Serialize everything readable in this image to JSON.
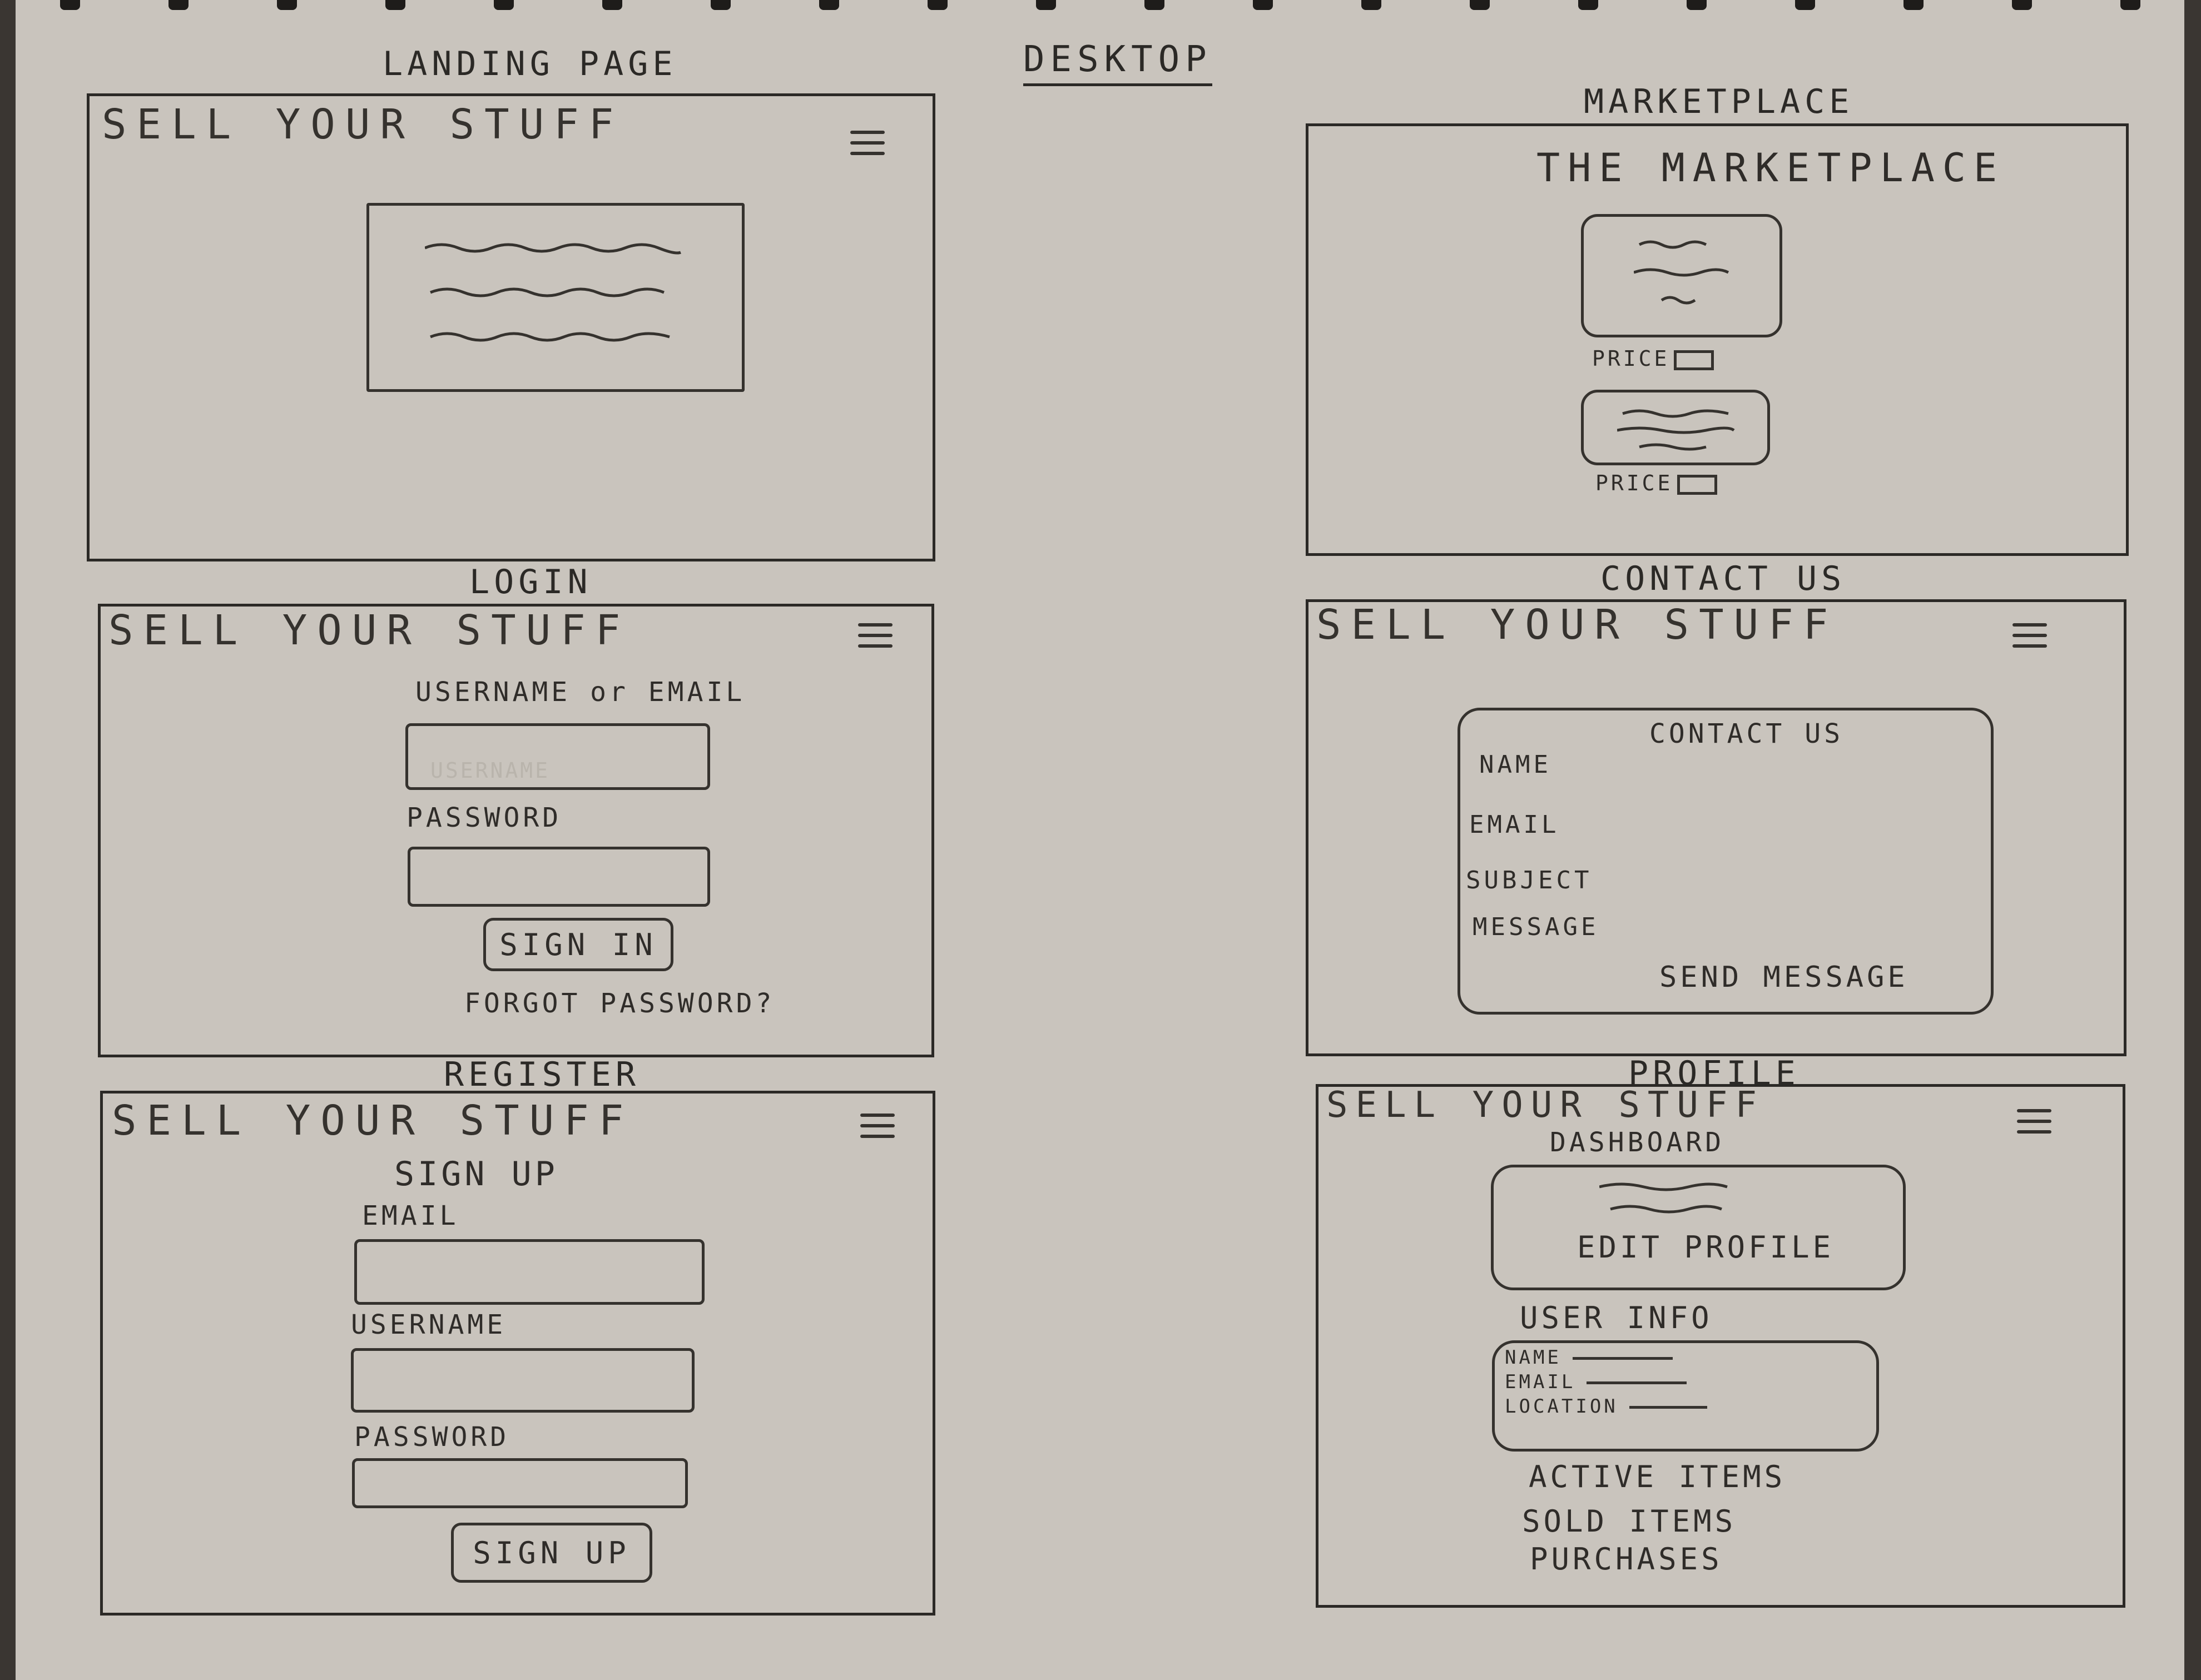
{
  "sheet": {
    "heading": "DESKTOP"
  },
  "screens": {
    "landing": {
      "title": "LANDING PAGE",
      "brand": "SELL YOUR STUFF"
    },
    "login": {
      "title": "LOGIN",
      "brand": "SELL YOUR STUFF",
      "username_label": "USERNAME or EMAIL",
      "username_placeholder": "USERNAME",
      "password_label": "PASSWORD",
      "signin_label": "SIGN IN",
      "forgot_label": "FORGOT PASSWORD?"
    },
    "register": {
      "title": "REGISTER",
      "brand": "SELL YOUR STUFF",
      "heading": "SIGN UP",
      "email_label": "EMAIL",
      "username_label": "USERNAME",
      "password_label": "PASSWORD",
      "signup_label": "SIGN UP"
    },
    "marketplace": {
      "title": "MARKETPLACE",
      "heading": "THE MARKETPLACE",
      "items": [
        {
          "price_label": "PRICE"
        },
        {
          "price_label": "PRICE"
        }
      ]
    },
    "contact": {
      "title": "CONTACT US",
      "brand": "SELL YOUR STUFF",
      "card_title": "CONTACT US",
      "name_label": "NAME",
      "email_label": "EMAIL",
      "subject_label": "SUBJECT",
      "message_label": "MESSAGE",
      "send_label": "SEND MESSAGE"
    },
    "profile": {
      "title": "PROFILE",
      "brand": "SELL YOUR STUFF",
      "dashboard_label": "DASHBOARD",
      "edit_profile_label": "EDIT PROFILE",
      "user_info_label": "USER INFO",
      "info_fields": [
        "NAME",
        "EMAIL",
        "LOCATION"
      ],
      "active_items_label": "ACTIVE ITEMS",
      "sold_items_label": "SOLD ITEMS",
      "purchases_label": "PURCHASES"
    }
  },
  "icons": {
    "menu": "hamburger-menu-icon"
  }
}
